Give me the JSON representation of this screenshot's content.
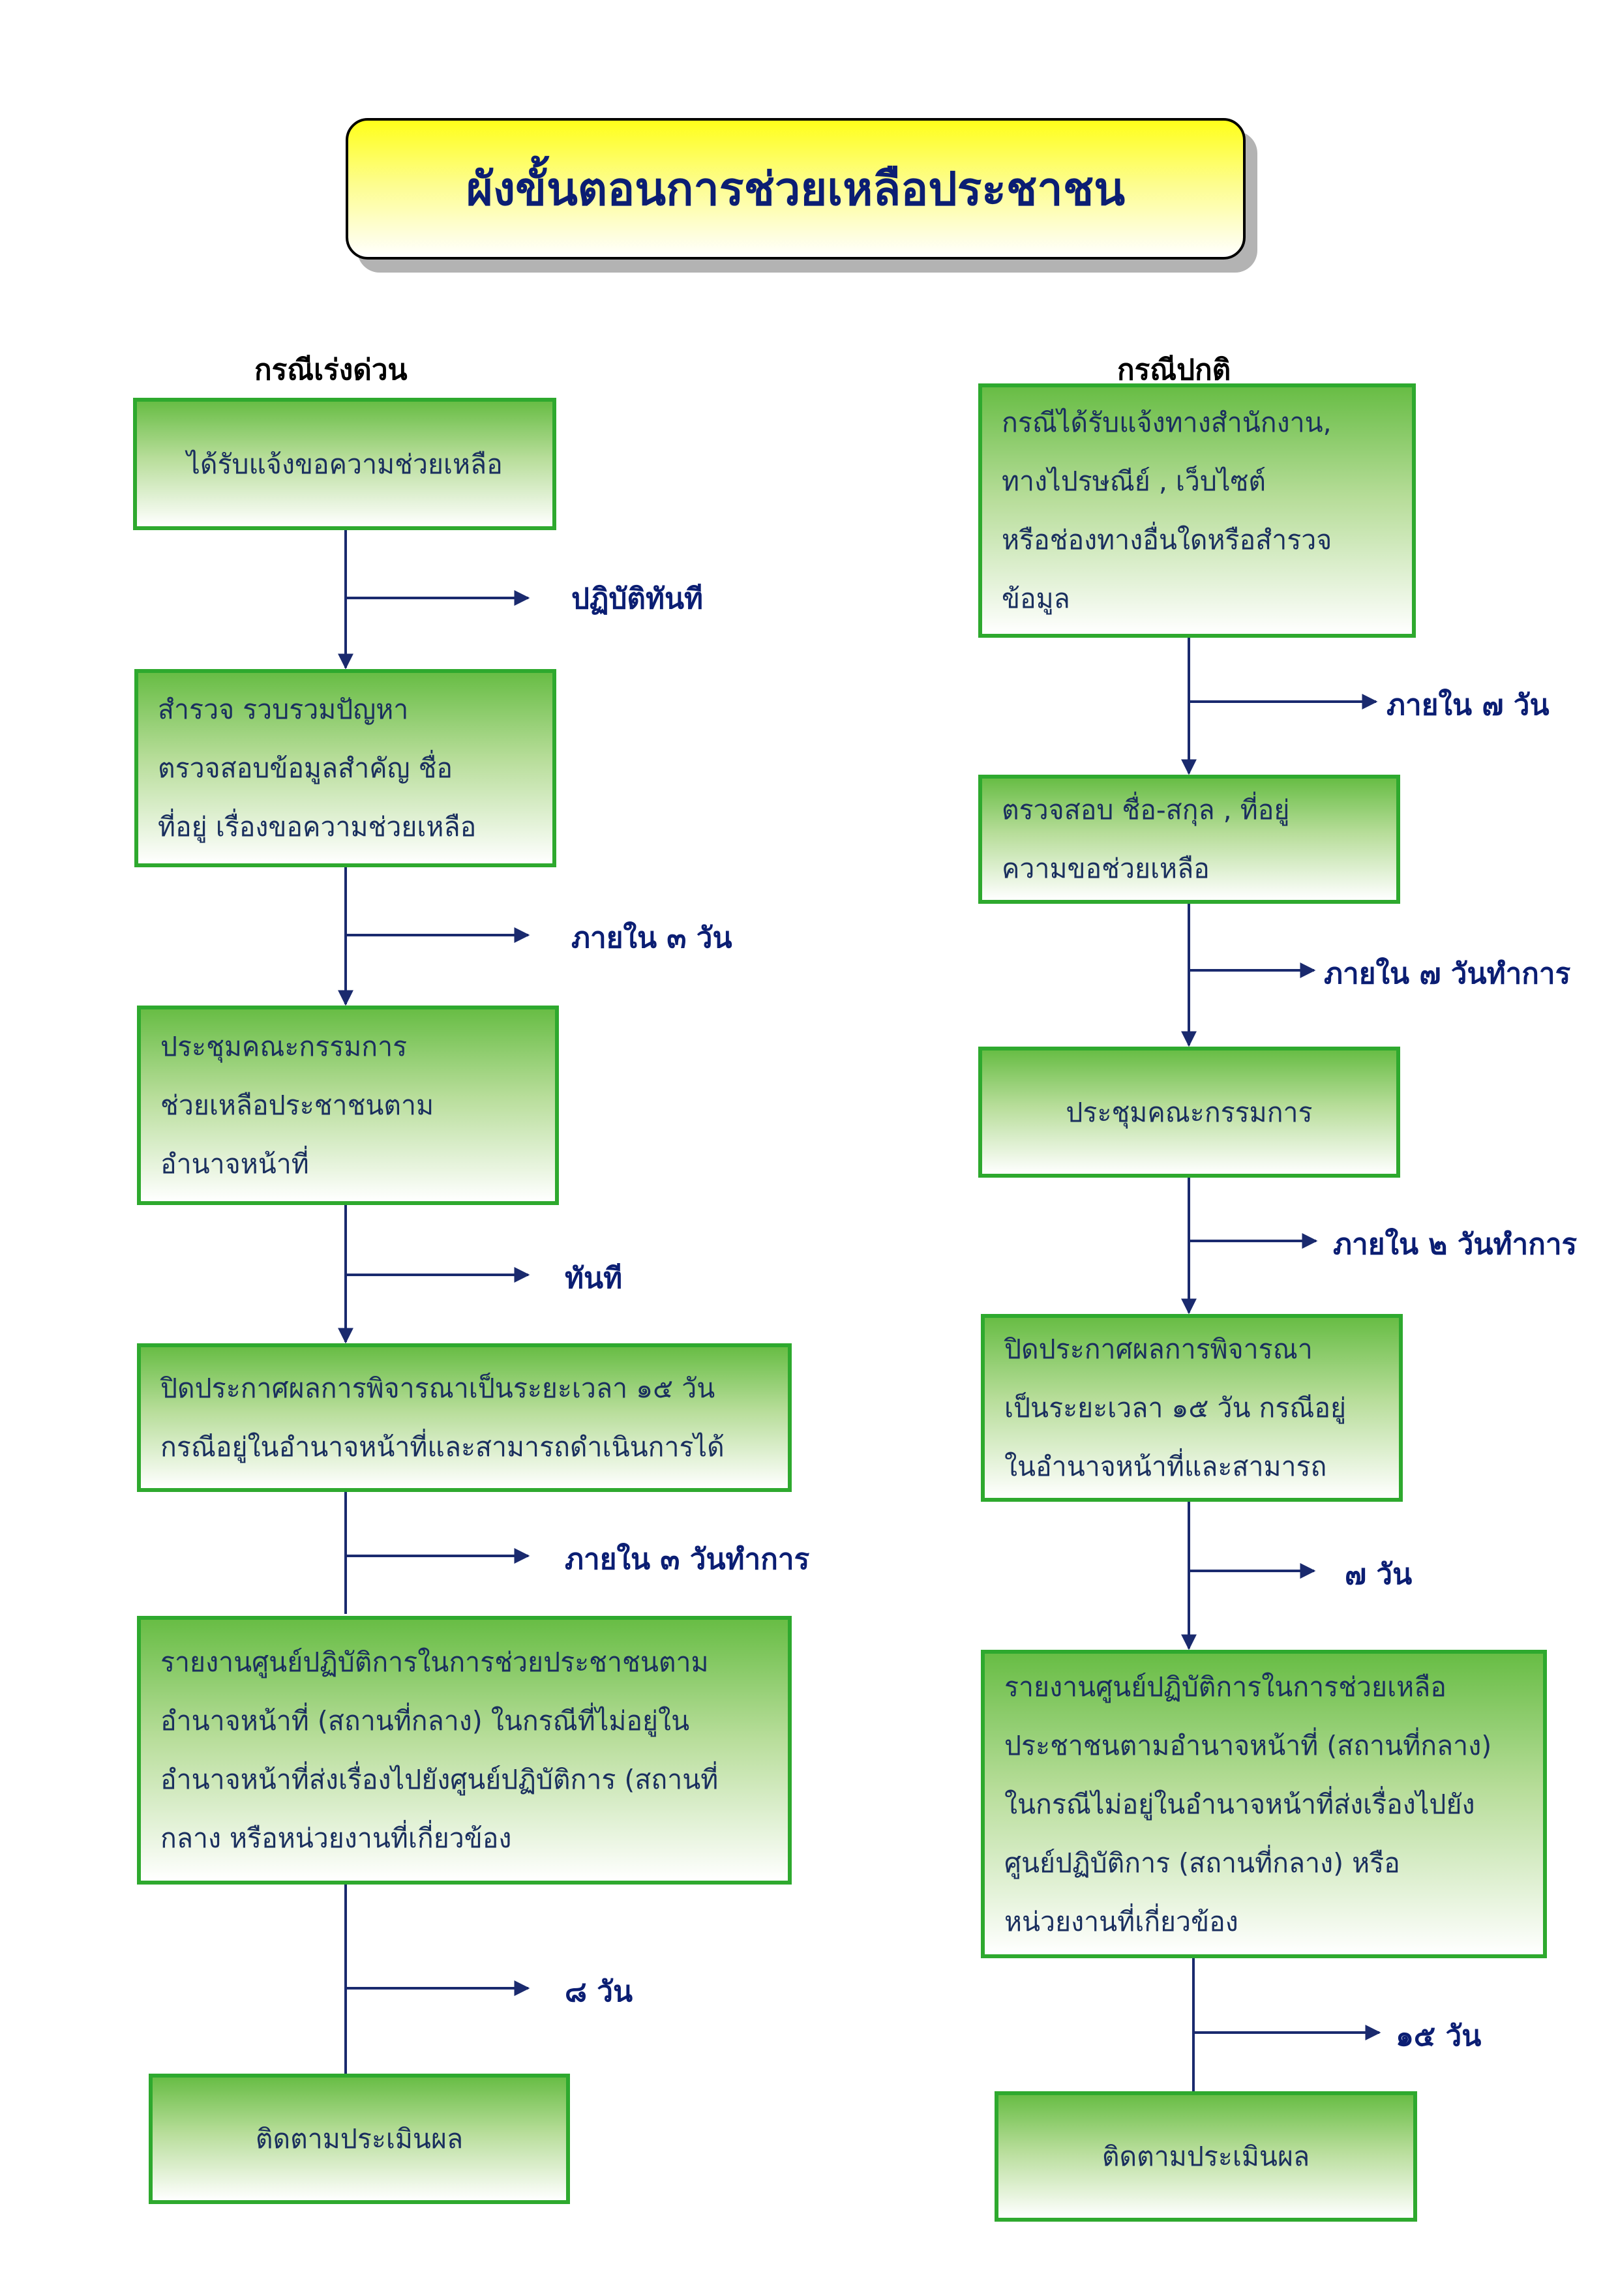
{
  "title": "ผังขั้นตอนการช่วยเหลือประชาชน",
  "columns": {
    "urgent": {
      "heading": "กรณีเร่งด่วน",
      "steps": [
        {
          "lines": [
            "ได้รับแจ้งขอความช่วยเหลือ"
          ]
        },
        {
          "lines": [
            "สำรวจ รวบรวมปัญหา",
            "ตรวจสอบข้อมูลสำคัญ ชื่อ",
            "ที่อยู่ เรื่องขอความช่วยเหลือ"
          ]
        },
        {
          "lines": [
            "ประชุมคณะกรรมการ",
            "ช่วยเหลือประชาชนตาม",
            "อำนาจหน้าที่"
          ]
        },
        {
          "lines": [
            "ปิดประกาศผลการพิจารณาเป็นระยะเวลา ๑๕ วัน",
            "กรณีอยู่ในอำนาจหน้าที่และสามารถดำเนินการได้"
          ]
        },
        {
          "lines": [
            "รายงานศูนย์ปฏิบัติการในการช่วยประชาชนตาม",
            "อำนาจหน้าที่ (สถานที่กลาง) ในกรณีที่ไม่อยู่ใน",
            "อำนาจหน้าที่ส่งเรื่องไปยังศูนย์ปฏิบัติการ (สถานที่",
            "กลาง หรือหน่วยงานที่เกี่ยวข้อง"
          ]
        },
        {
          "lines": [
            "ติดตามประเมินผล"
          ]
        }
      ],
      "timings": [
        "ปฏิบัติทันที",
        "ภายใน ๓ วัน",
        "ทันที",
        "ภายใน ๓ วันทำการ",
        "๘ วัน"
      ]
    },
    "normal": {
      "heading": "กรณีปกติ",
      "steps": [
        {
          "lines": [
            "กรณีได้รับแจ้งทางสำนักงาน,",
            "ทางไปรษณีย์ , เว็บไซต์",
            "หรือช่องทางอื่นใดหรือสำรวจ",
            "ข้อมูล"
          ]
        },
        {
          "lines": [
            "ตรวจสอบ ชื่อ-สกุล , ที่อยู่",
            "ความขอช่วยเหลือ"
          ]
        },
        {
          "lines": [
            "ประชุมคณะกรรมการ"
          ]
        },
        {
          "lines": [
            "ปิดประกาศผลการพิจารณา",
            "เป็นระยะเวลา ๑๕ วัน กรณีอยู่",
            "ในอำนาจหน้าที่และสามารถ"
          ]
        },
        {
          "lines": [
            "รายงานศูนย์ปฏิบัติการในการช่วยเหลือ",
            "ประชาชนตามอำนาจหน้าที่ (สถานที่กลาง)",
            "ในกรณีไม่อยู่ในอำนาจหน้าที่ส่งเรื่องไปยัง",
            "ศูนย์ปฏิบัติการ (สถานที่กลาง) หรือ",
            "หน่วยงานที่เกี่ยวข้อง"
          ]
        },
        {
          "lines": [
            "ติดตามประเมินผล"
          ]
        }
      ],
      "timings": [
        "ภายใน ๗ วัน",
        "ภายใน ๗ วันทำการ",
        "ภายใน ๒ วันทำการ",
        "๗ วัน",
        "๑๕ วัน"
      ]
    }
  },
  "colors": {
    "title_text": "#0b1e73",
    "box_border": "#2ea92e",
    "box_text": "#1a2f5e",
    "connector": "#1a2a6e",
    "timing_text": "#0b1e73"
  }
}
